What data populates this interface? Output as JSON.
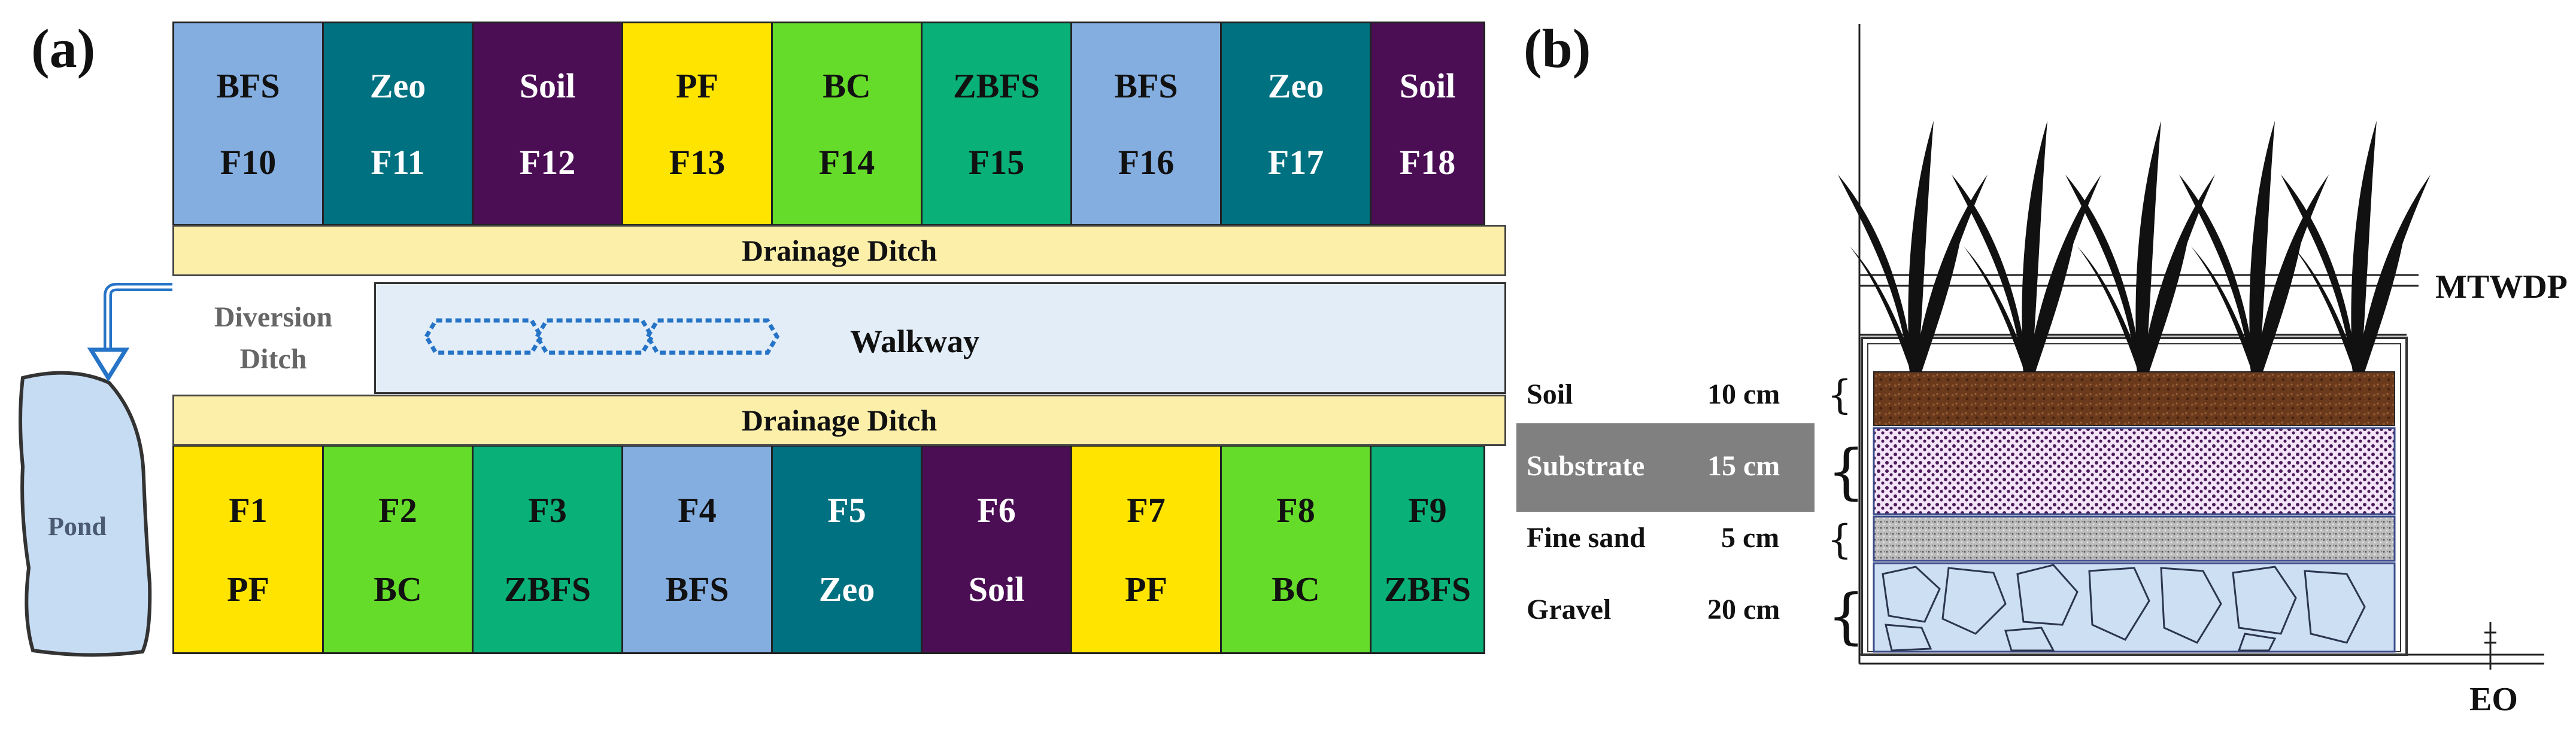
{
  "panels": {
    "a": "(a)",
    "b": "(b)"
  },
  "colors": {
    "BFS": "#84aee0",
    "Zeo": "#007180",
    "Soil": "#4b0e55",
    "PF": "#ffe400",
    "BC": "#66dc2a",
    "ZBFS": "#09b078",
    "ditch": "#fbefaa",
    "walkway": "#e3edf8",
    "pond": "#c6dcf2",
    "arrow": "#2674c7"
  },
  "top_row": [
    {
      "material": "BFS",
      "plot": "F10"
    },
    {
      "material": "Zeo",
      "plot": "F11"
    },
    {
      "material": "Soil",
      "plot": "F12"
    },
    {
      "material": "PF",
      "plot": "F13"
    },
    {
      "material": "BC",
      "plot": "F14"
    },
    {
      "material": "ZBFS",
      "plot": "F15"
    },
    {
      "material": "BFS",
      "plot": "F16"
    },
    {
      "material": "Zeo",
      "plot": "F17"
    },
    {
      "material": "Soil",
      "plot": "F18"
    }
  ],
  "bottom_row": [
    {
      "plot": "F1",
      "material": "PF"
    },
    {
      "plot": "F2",
      "material": "BC"
    },
    {
      "plot": "F3",
      "material": "ZBFS"
    },
    {
      "plot": "F4",
      "material": "BFS"
    },
    {
      "plot": "F5",
      "material": "Zeo"
    },
    {
      "plot": "F6",
      "material": "Soil"
    },
    {
      "plot": "F7",
      "material": "PF"
    },
    {
      "plot": "F8",
      "material": "BC"
    },
    {
      "plot": "F9",
      "material": "ZBFS"
    }
  ],
  "drainage_ditch_label": "Drainage Ditch",
  "diversion_ditch": {
    "line1": "Diversion",
    "line2": "Ditch"
  },
  "walkway_label": "Walkway",
  "pond_label": "Pond",
  "profile": {
    "mtwdp_label": "MTWDP",
    "eo_label": "EO",
    "layers": [
      {
        "name": "Soil",
        "depth": "10 cm"
      },
      {
        "name": "Substrate",
        "depth": "15 cm"
      },
      {
        "name": "Fine sand",
        "depth": "5 cm"
      },
      {
        "name": "Gravel",
        "depth": "20 cm"
      }
    ],
    "layer_colors": {
      "soil": "#6b3a1c",
      "substrate_bg": "#f3e4f7",
      "substrate_dot": "#4b1a5a",
      "fine_sand": "#b8b8b8",
      "gravel": "#cddff2",
      "highlight": "#808080"
    }
  }
}
